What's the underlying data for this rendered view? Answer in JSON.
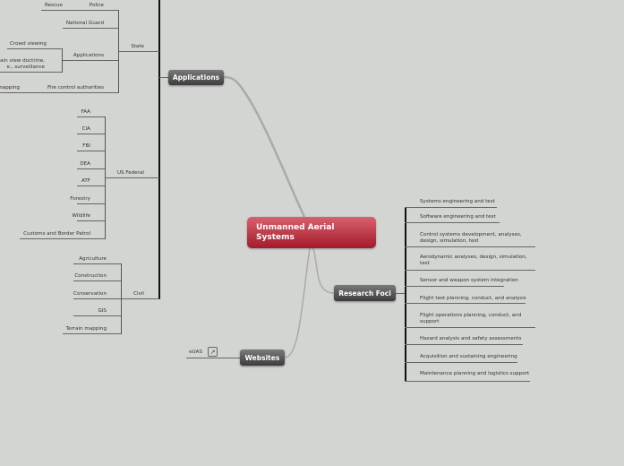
{
  "central": {
    "title": "Unmanned Aerial Systems",
    "color": "#b52a3b"
  },
  "applications": {
    "label": "Applications",
    "state": {
      "label": "State",
      "police": "Police",
      "rescue": "Rescue",
      "national_guard": "National Guard",
      "applications": "Applications",
      "crowd_viewing": "Crowd viewing",
      "plain_view_1": "lain view doctrine,",
      "plain_view_2": "e., surveillance",
      "fire_control": "Fire control authorities",
      "mapping": "mapping"
    },
    "us_federal": {
      "label": "US Federal",
      "items": [
        "FAA",
        "CIA",
        "FBI",
        "DEA",
        "ATF",
        "Forestry",
        "Wildlife",
        "Customs and Border Patrol"
      ]
    },
    "civil": {
      "label": "Civil",
      "items": [
        "Agriculture",
        "Construction",
        "Conservation",
        "GIS",
        "Terrain mapping"
      ]
    }
  },
  "research_foci": {
    "label": "Research Foci",
    "items": [
      "Systems engineering and test",
      "Software engineering and test",
      "Control systems development, analyses, design, simulation, test",
      "Aerodynamic analyses, design, simulation, test",
      "Sensor and weapon system integration",
      "Flight test planning, conduct, and analysis",
      "Flight operations planning, conduct, and support",
      "Hazard analysis and safety assessments",
      "Acquisition and sustaining engineering",
      "Maintenance planning and logistics support"
    ]
  },
  "websites": {
    "label": "Websites",
    "items": [
      {
        "label": "eUAS",
        "icon": "external-link-icon"
      }
    ]
  }
}
